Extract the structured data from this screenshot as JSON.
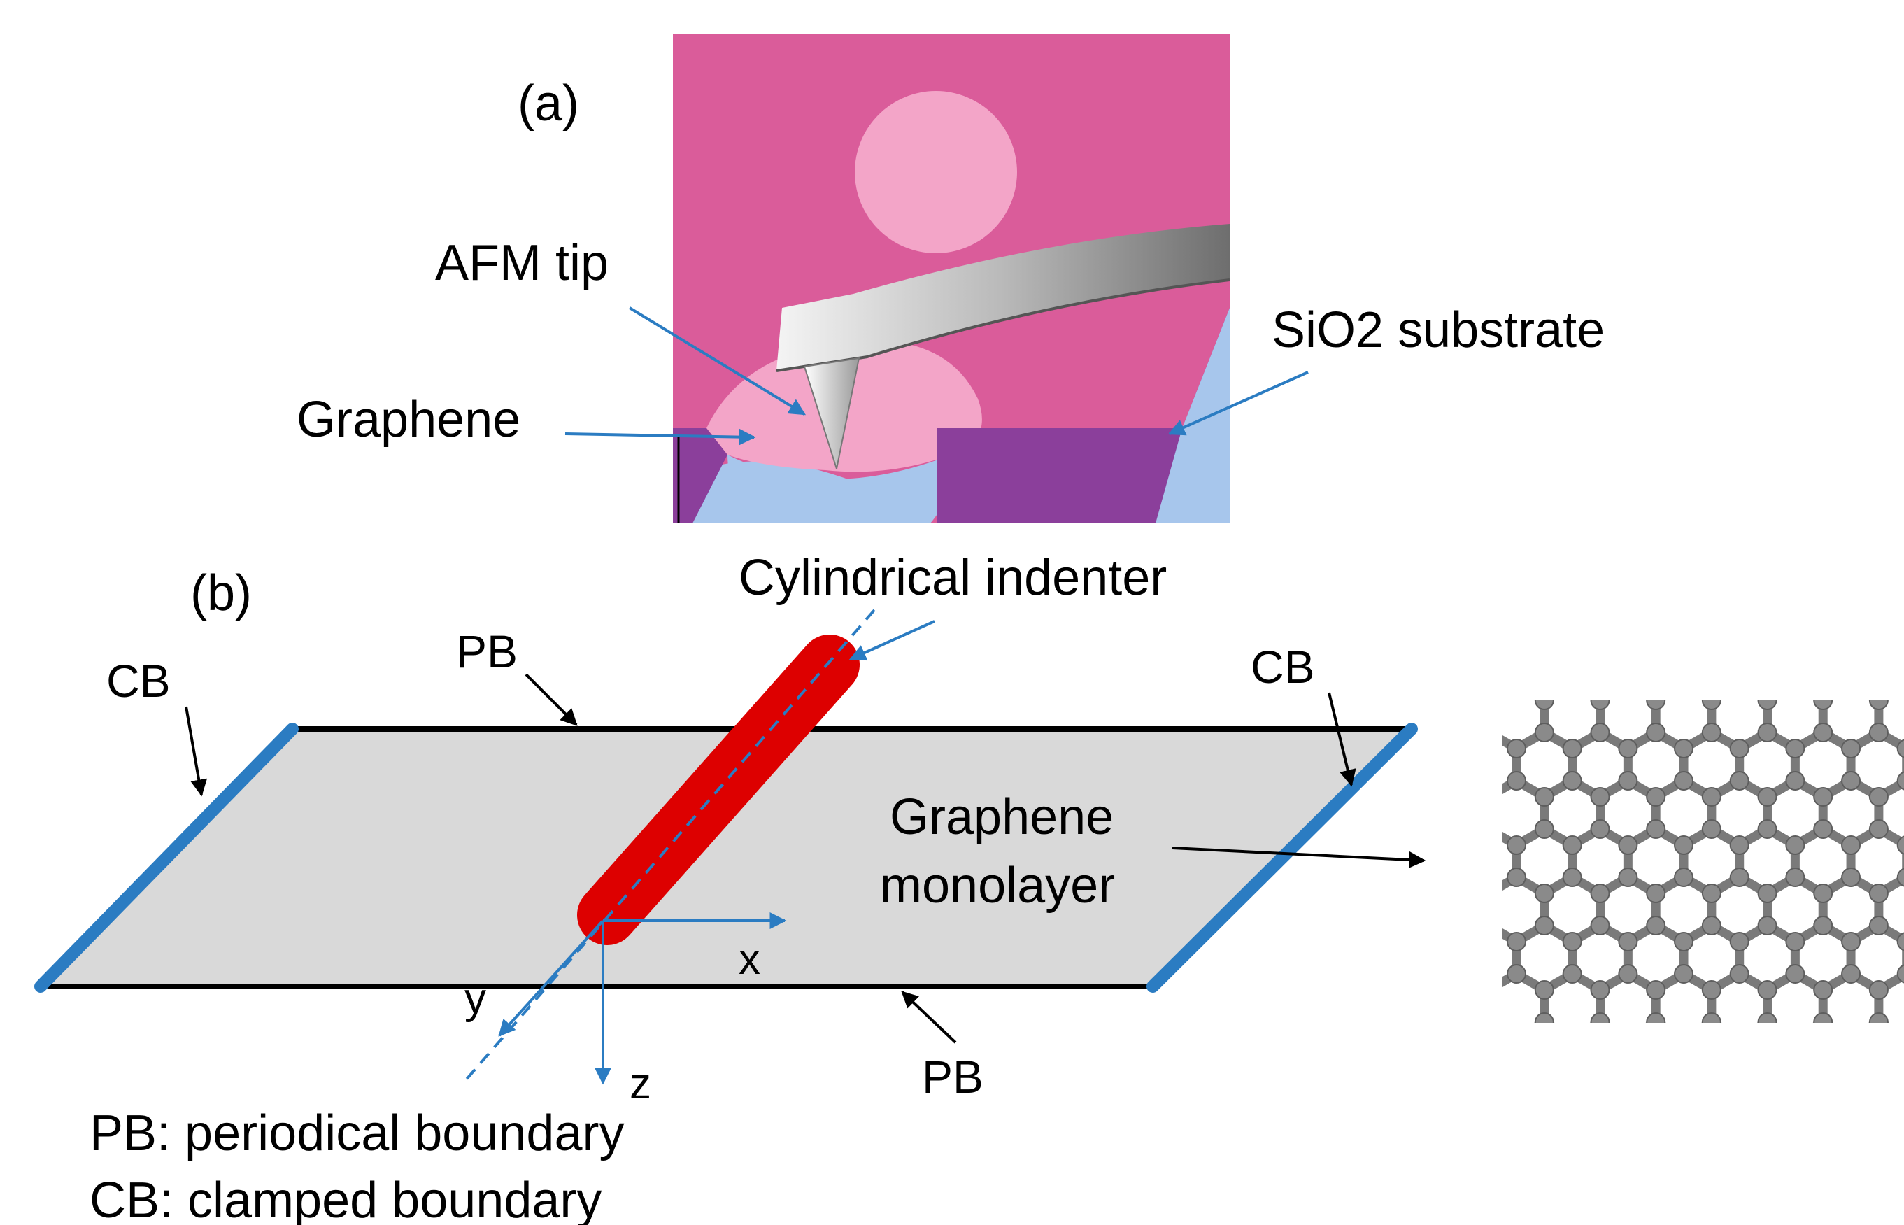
{
  "panel_a": {
    "label": "(a)",
    "afm_tip": "AFM tip",
    "graphene": "Graphene",
    "substrate": "SiO2 substrate"
  },
  "panel_b": {
    "label": "(b)",
    "indenter": "Cylindrical indenter",
    "pb_top": "PB",
    "pb_bottom": "PB",
    "cb_left": "CB",
    "cb_right": "CB",
    "sheet_line1": "Graphene",
    "sheet_line2": "monolayer",
    "axis_x": "x",
    "axis_y": "y",
    "axis_z": "z",
    "legend_pb": "PB: periodical boundary",
    "legend_cb": "CB: clamped boundary"
  },
  "colors": {
    "pink_bg": "#da5c9a",
    "pink_light": "#f3a5c8",
    "blue_light": "#a7c6ec",
    "purple": "#8b3f9b",
    "indenter_red": "#dd0000",
    "clamp_blue": "#2b7cc2",
    "arrow_blue": "#2b7cc2",
    "sheet_gray": "#d9d9d9",
    "atom_gray": "#8a8a8a"
  }
}
